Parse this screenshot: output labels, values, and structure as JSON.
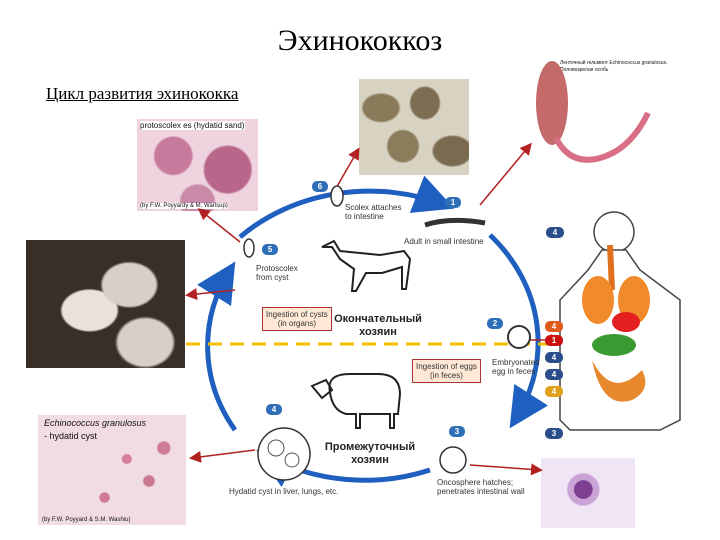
{
  "title": "Эхинококкоз",
  "subtitle": "Цикл развития эхинококка",
  "photos": {
    "protoscolex_caption": "protoscolex es (hydatid sand)",
    "protoscolex_credit": "(by F.W. Poyyardy & M. Warlsup)",
    "cyst_caption_1": "Echinococcus granulosus",
    "cyst_caption_2": "- hydatid cyst",
    "cyst_credit": "(by F.W. Poyyard & S.M. Washiu)",
    "worm_caption_1": "Ленточный гельминт Echinococcus granulosus.",
    "worm_caption_2": "Половозрелая особь"
  },
  "diagram": {
    "steps": [
      "1",
      "2",
      "3",
      "4",
      "5",
      "6"
    ],
    "labels": {
      "scolex": "Scolex attaches\nto intestine",
      "adult": "Adult in small intestine",
      "protoscolex": "Protoscolex\nfrom cyst",
      "embryonated": "Embryonated\negg in feces",
      "oncosphere": "Oncosphere hatches;\npenetrates intestinal wall",
      "hydatid": "Hydatid cyst in liver, lungs, etc."
    },
    "box_cysts": "Ingestion of cysts\n(in organs)",
    "box_eggs": "Ingestion of eggs\n(in feces)",
    "definitive_host": "Окончательный\nхозяин",
    "intermediate_host": "Промежуточный\nхозяин"
  },
  "organ_badges": [
    "4",
    "4",
    "1",
    "4",
    "4",
    "4",
    "3"
  ],
  "colors": {
    "cycle_arrow": "#1f5fbf",
    "pointer_arrow": "#b22222",
    "dashed_line": "#f0c000"
  }
}
